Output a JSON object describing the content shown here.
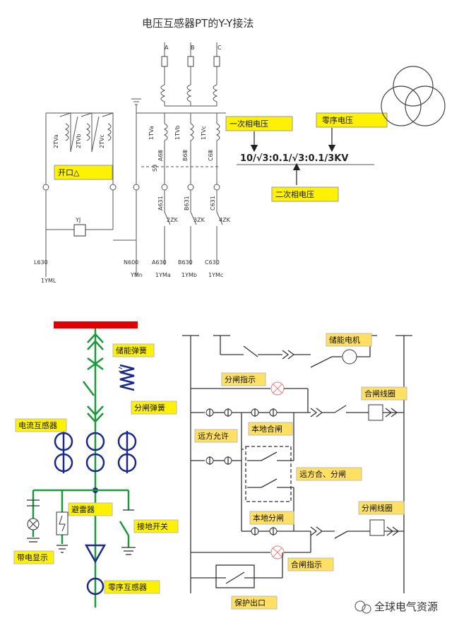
{
  "pt": {
    "title": "电压互感器PT的Y-Y接法",
    "phases": [
      "A",
      "B",
      "C"
    ],
    "open_delta_coils": [
      "2TVa",
      "2TVb",
      "2TVc"
    ],
    "star_coils": [
      "1TVa",
      "1TVb",
      "1TVc"
    ],
    "open_delta_label": "开口△",
    "relay": "YJ",
    "wire_codes": [
      "A6Ⅲ",
      "B6Ⅲ",
      "C6Ⅲ"
    ],
    "wire_s9": "S9",
    "wire_a631": "A631",
    "wire_b631": "B631",
    "wire_c631": "C631",
    "breakers": [
      "2ZK",
      "3ZK",
      "4ZK"
    ],
    "bottom_nodes": [
      "L630",
      "N600",
      "A630",
      "B630",
      "C630"
    ],
    "bottom_bus": [
      "1YML",
      "YMn",
      "1YMa",
      "1YMb",
      "1YMc"
    ],
    "primary_voltage": "一次相电压",
    "zero_seq_voltage": "零序电压",
    "secondary_voltage": "二次相电压",
    "ratio_formula": "10/√3:0.1/√3:0.1/3KV"
  },
  "switchgear": {
    "labels": {
      "energy_spring": "储能弹簧",
      "opening_spring": "分闸弹簧",
      "current_transformer": "电流互感器",
      "arrester": "避雷器",
      "ground_switch": "接地开关",
      "live_indicator": "带电显示",
      "zero_seq_ct": "零序互感器"
    }
  },
  "control": {
    "labels": {
      "energy_motor": "储能电机",
      "open_indicator": "分闸指示",
      "close_coil": "合闸线圈",
      "remote_allow": "远方允许",
      "local_close": "本地合闸",
      "remote_close_open": "远方合、分闸",
      "local_open": "本地分闸",
      "open_coil": "分闸线圈",
      "close_indicator": "合闸指示",
      "protection_out": "保护出口"
    }
  },
  "watermark": "全球电气资源",
  "colors": {
    "callout": "#fff200",
    "bus": "#e00000",
    "green": "#1a9a3a",
    "blue": "#1a2a8c"
  }
}
